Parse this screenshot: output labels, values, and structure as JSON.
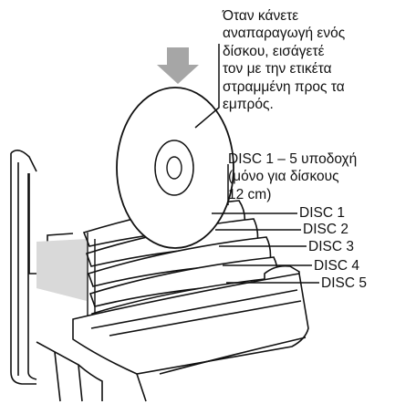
{
  "instruction_text": "Όταν κάνετε\nαναπαραγωγή ενός\nδίσκου, εισάγετέ\nτον με την ετικέτα\nστραμμένη προς τα\nεμπρός.",
  "slot_text": "DISC 1 – 5 υποδοχή\n(μόνο για δίσκους\n12 cm)",
  "disc_labels": [
    "DISC 1",
    "DISC 2",
    "DISC 3",
    "DISC 4",
    "DISC 5"
  ],
  "colors": {
    "line": "#111111",
    "arrow": "#a6a6a6",
    "shade": "#d9d9d9",
    "background": "#ffffff"
  }
}
